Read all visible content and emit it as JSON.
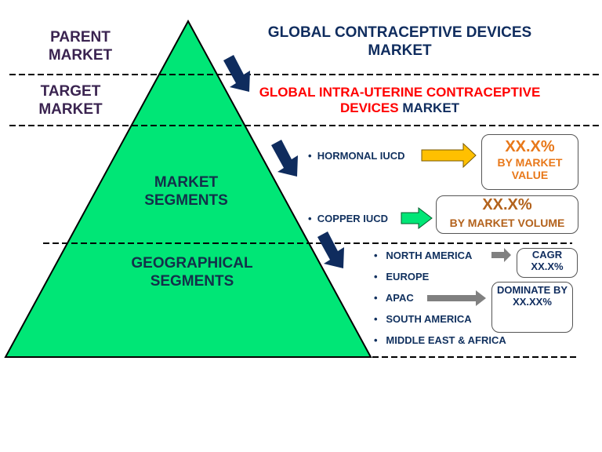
{
  "levels": {
    "parent": {
      "label": "PARENT MARKET",
      "market": "GLOBAL CONTRACEPTIVE DEVICES MARKET"
    },
    "target": {
      "label": "TARGET MARKET",
      "market_red": "GLOBAL INTRA-UTERINE CONTRACEPTIVE DEVICES",
      "market_suffix": "MARKET"
    },
    "segments": {
      "label": "MARKET SEGMENTS"
    },
    "geo": {
      "label": "GEOGRAPHICAL SEGMENTS"
    }
  },
  "market_segments": [
    {
      "name": "HORMONAL IUCD",
      "value": "XX.X%",
      "caption": "BY MARKET VALUE",
      "arrow_color": "#ffc000"
    },
    {
      "name": "COPPER IUCD",
      "value": "XX.X%",
      "caption": "BY MARKET VOLUME",
      "arrow_color": "#00e676"
    }
  ],
  "regions": [
    "NORTH AMERICA",
    "EUROPE",
    "APAC",
    "SOUTH AMERICA",
    "MIDDLE EAST & AFRICA"
  ],
  "callouts": {
    "cagr": "CAGR XX.X%",
    "dominate": "DOMINATE BY XX.XX%"
  },
  "colors": {
    "pyramid": "#00e676",
    "navy": "#0f2c5e",
    "red": "#ff0000",
    "orange": "#e8781a",
    "brown": "#b3621c"
  }
}
